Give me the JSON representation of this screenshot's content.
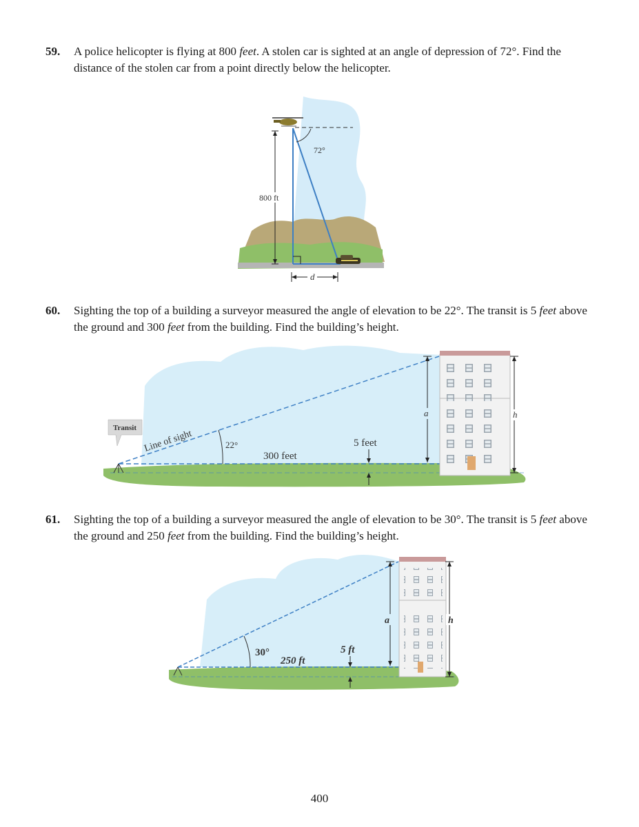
{
  "problems": [
    {
      "number": "59.",
      "text_a": "A police helicopter is flying at 800 ",
      "text_unit": "feet",
      "text_b": ". A stolen car is sighted at an angle of depression of 72°. Find the distance of the stolen car from a point directly below the helicopter.",
      "figure": {
        "height_label": "800 ft",
        "angle_label": "72°",
        "distance_label": "d"
      }
    },
    {
      "number": "60.",
      "text_a": "Sighting the top of a building a surveyor measured the angle of elevation to be 22°. The transit is 5 ",
      "text_unit": "feet",
      "text_b": " above the ground and 300 ",
      "text_unit2": "feet",
      "text_c": " from the building. Find the building’s height.",
      "figure": {
        "transit_label": "Transit",
        "sight_label": "Line of sight",
        "angle_label": "22°",
        "distance_label": "300 feet",
        "transit_height_label": "5 feet",
        "a_label": "a",
        "h_label": "h"
      }
    },
    {
      "number": "61.",
      "text_a": "Sighting the top of a building a surveyor measured the angle of elevation to be 30°. The transit is 5 ",
      "text_unit": "feet",
      "text_b": " above the ground and 250 ",
      "text_unit2": "feet",
      "text_c": " from the building. Find the building’s height.",
      "figure": {
        "angle_label": "30°",
        "distance_label": "250 ft",
        "transit_height_label": "5 ft",
        "a_label": "a",
        "h_label": "h"
      }
    }
  ],
  "page_number": "400",
  "colors": {
    "sky": "#cfe9f7",
    "ground": "#8cc067",
    "line": "#3d7fc4",
    "building": "#eeeeee",
    "roof": "#c99a9a"
  }
}
